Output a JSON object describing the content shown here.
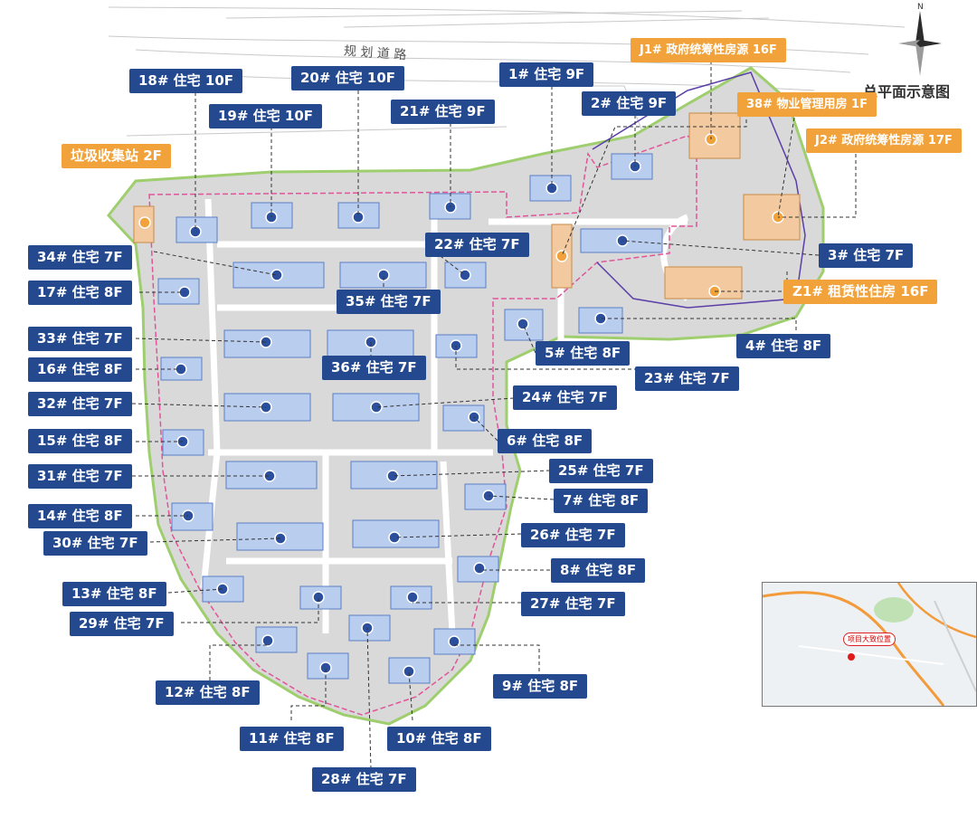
{
  "map": {
    "title": "总平面示意图",
    "north": "N",
    "road_name": "规 划 道 路",
    "inset_label": "项目大致位置"
  },
  "colors": {
    "label_blue": "#24498f",
    "label_orange": "#f2a23a",
    "site_fill": "#d9d9d9",
    "building_blue": "#b9cdef",
    "building_orange": "#f3c9a0",
    "boundary_pink": "#e0559a",
    "boundary_purple": "#5b3fa8",
    "green_edge": "#9fce6e"
  },
  "labels": {
    "b1": "1# 住宅 9F",
    "b2": "2# 住宅 9F",
    "b3": "3# 住宅 7F",
    "b4": "4# 住宅 8F",
    "b5": "5# 住宅 8F",
    "b6": "6# 住宅 8F",
    "b7": "7# 住宅 8F",
    "b8": "8# 住宅 8F",
    "b9": "9# 住宅 8F",
    "b10": "10# 住宅 8F",
    "b11": "11# 住宅 8F",
    "b12": "12# 住宅 8F",
    "b13": "13# 住宅 8F",
    "b14": "14# 住宅 8F",
    "b15": "15# 住宅 8F",
    "b16": "16# 住宅 8F",
    "b17": "17# 住宅 8F",
    "b18": "18# 住宅 10F",
    "b19": "19# 住宅 10F",
    "b20": "20# 住宅 10F",
    "b21": "21# 住宅 9F",
    "b22": "22# 住宅 7F",
    "b23": "23# 住宅 7F",
    "b24": "24# 住宅 7F",
    "b25": "25# 住宅 7F",
    "b26": "26# 住宅 7F",
    "b27": "27# 住宅 7F",
    "b28": "28# 住宅 7F",
    "b29": "29# 住宅 7F",
    "b30": "30# 住宅 7F",
    "b31": "31# 住宅 7F",
    "b32": "32# 住宅 7F",
    "b33": "33# 住宅 7F",
    "b34": "34# 住宅 7F",
    "b35": "35# 住宅 7F",
    "b36": "36# 住宅 7F",
    "j1": "J1# 政府统筹性房源 16F",
    "j2": "J2# 政府统筹性房源 17F",
    "b38": "38# 物业管理用房 1F",
    "z1": "Z1# 租赁性住房 16F",
    "trash": "垃圾收集站 2F"
  }
}
